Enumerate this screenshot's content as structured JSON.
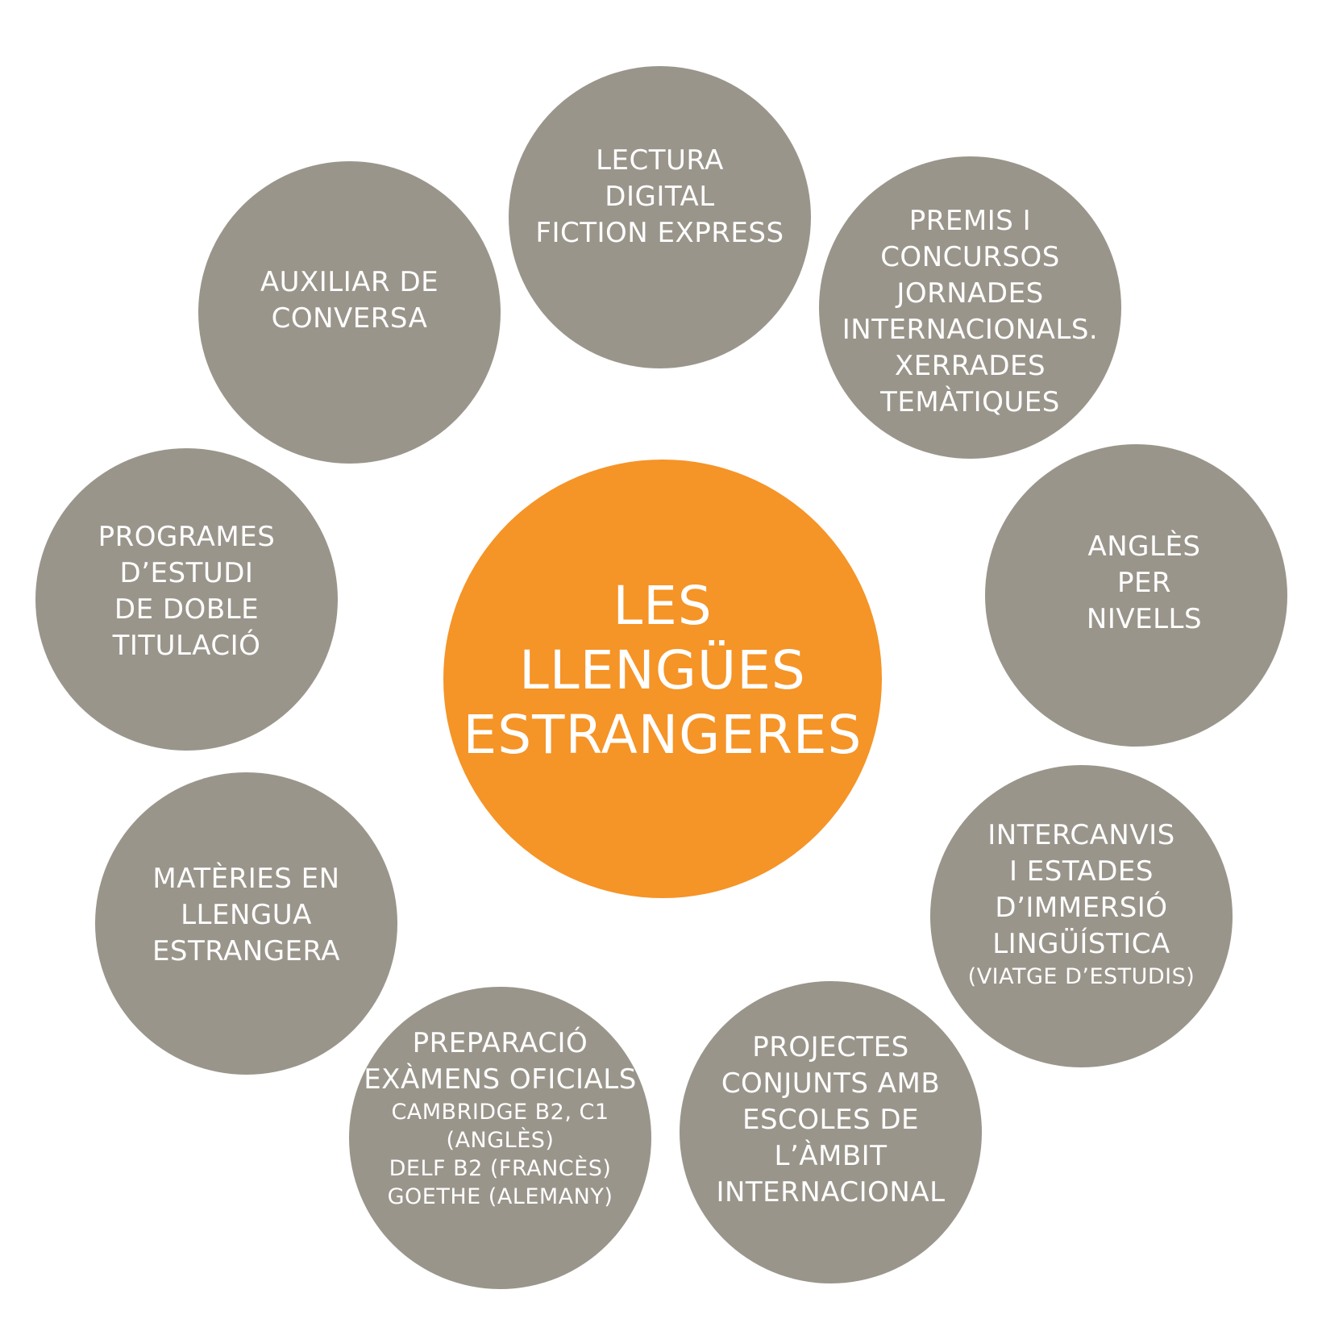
{
  "colors": {
    "node_fill": "#9a958b",
    "center_fill": "#f59427",
    "text": "#ffffff",
    "background": "#ffffff"
  },
  "center": {
    "lines": [
      "LES",
      "LLENGÜES",
      "ESTRANGERES"
    ]
  },
  "nodes": {
    "top": {
      "lines": [
        "LECTURA",
        "DIGITAL",
        "FICTION EXPRESS"
      ]
    },
    "topright": {
      "lines": [
        "PREMIS I",
        "CONCURSOS",
        "JORNADES",
        "INTERNACIONALS.",
        "XERRADES",
        "TEMÀTIQUES"
      ]
    },
    "right": {
      "lines": [
        "ANGLÈS",
        "PER",
        "NIVELLS"
      ]
    },
    "lowright": {
      "lines": [
        "INTERCANVIS",
        "I ESTADES",
        "D’IMMERSIÓ",
        "LINGÜÍSTICA"
      ],
      "small_lines": [
        "(VIATGE D’ESTUDIS)"
      ]
    },
    "bottomright": {
      "lines": [
        "PROJECTES",
        "CONJUNTS AMB",
        "ESCOLES DE",
        "L’ÀMBIT",
        "INTERNACIONAL"
      ]
    },
    "bottomleft": {
      "lines": [
        "PREPARACIÓ",
        "EXÀMENS OFICIALS"
      ],
      "small_lines": [
        "CAMBRIDGE B2, C1",
        "(ANGLÈS)",
        "DELF B2 (FRANCÈS)",
        "GOETHE (ALEMANY)"
      ]
    },
    "lowleft": {
      "lines": [
        "MATÈRIES EN",
        "LLENGUA",
        "ESTRANGERA"
      ]
    },
    "left": {
      "lines": [
        "PROGRAMES",
        "D’ESTUDI",
        "DE DOBLE",
        "TITULACIÓ"
      ]
    },
    "topleft": {
      "lines": [
        "AUXILIAR DE",
        "CONVERSA"
      ]
    }
  }
}
